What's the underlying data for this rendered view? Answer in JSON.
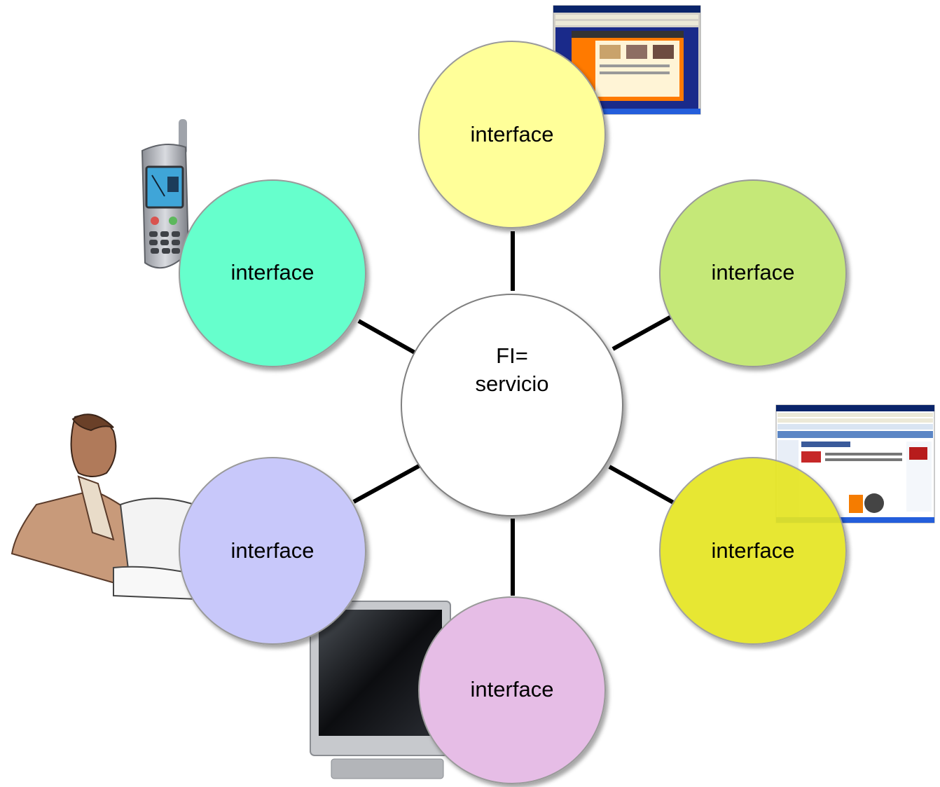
{
  "diagram": {
    "center": {
      "line1": "FI=",
      "line2": "servicio",
      "fill": "#ffffff"
    },
    "nodes": [
      {
        "id": "top",
        "label": "interface",
        "fill": "#ffff99",
        "device": "web-browser-screenshot"
      },
      {
        "id": "upper-right",
        "label": "interface",
        "fill": "#c5e878",
        "device": ""
      },
      {
        "id": "lower-right",
        "label": "interface",
        "fill": "#e6e623",
        "device": "web-browser-screenshot"
      },
      {
        "id": "bottom",
        "label": "interface",
        "fill": "#e6bde6",
        "device": "flat-screen-tv"
      },
      {
        "id": "lower-left",
        "label": "interface",
        "fill": "#c8c8fa",
        "device": "person-at-computer"
      },
      {
        "id": "upper-left",
        "label": "interface",
        "fill": "#66ffcc",
        "device": "mobile-phone"
      }
    ],
    "edge_color": "#000000"
  }
}
